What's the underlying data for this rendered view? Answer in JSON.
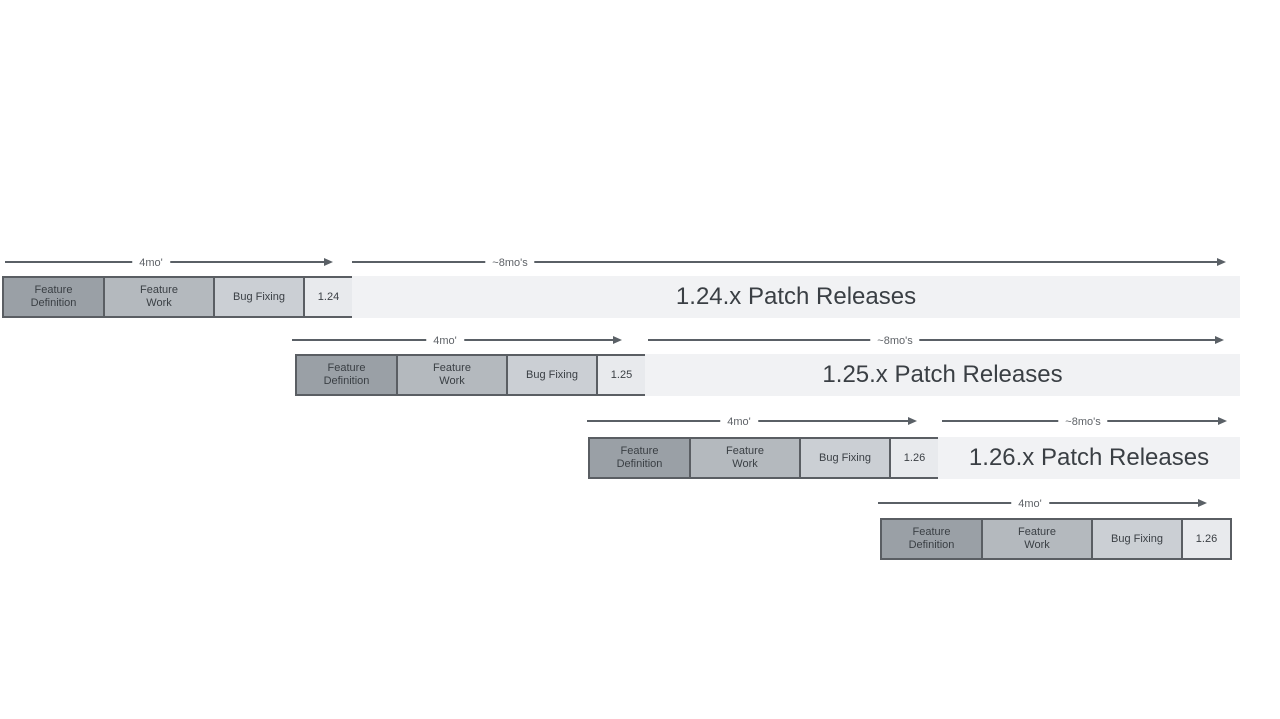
{
  "diagram": {
    "description": "Release cycle cascade diagram",
    "phase_labels": {
      "feature_definition": "Feature Definition",
      "feature_work": "Feature Work",
      "bug_fixing": "Bug Fixing"
    },
    "rows": [
      {
        "version": "1.24",
        "dev_duration": "4mo'",
        "patch_duration": "~8mo's",
        "patch_label": "1.24.x Patch Releases"
      },
      {
        "version": "1.25",
        "dev_duration": "4mo'",
        "patch_duration": "~8mo's",
        "patch_label": "1.25.x Patch Releases"
      },
      {
        "version": "1.26",
        "dev_duration": "4mo'",
        "patch_duration": "~8mo's",
        "patch_label": "1.26.x Patch Releases"
      },
      {
        "version": "1.26",
        "dev_duration": "4mo'"
      }
    ],
    "colors": {
      "feature_definition_fill": "#9aa0a6",
      "feature_work_fill": "#b4b9be",
      "bug_fixing_fill": "#cbcfd4",
      "version_fill": "#e8eaed",
      "patch_bar_fill": "#f1f2f4",
      "border": "#5a5e63",
      "arrow": "#5a6066",
      "text": "#3a3f44"
    }
  }
}
